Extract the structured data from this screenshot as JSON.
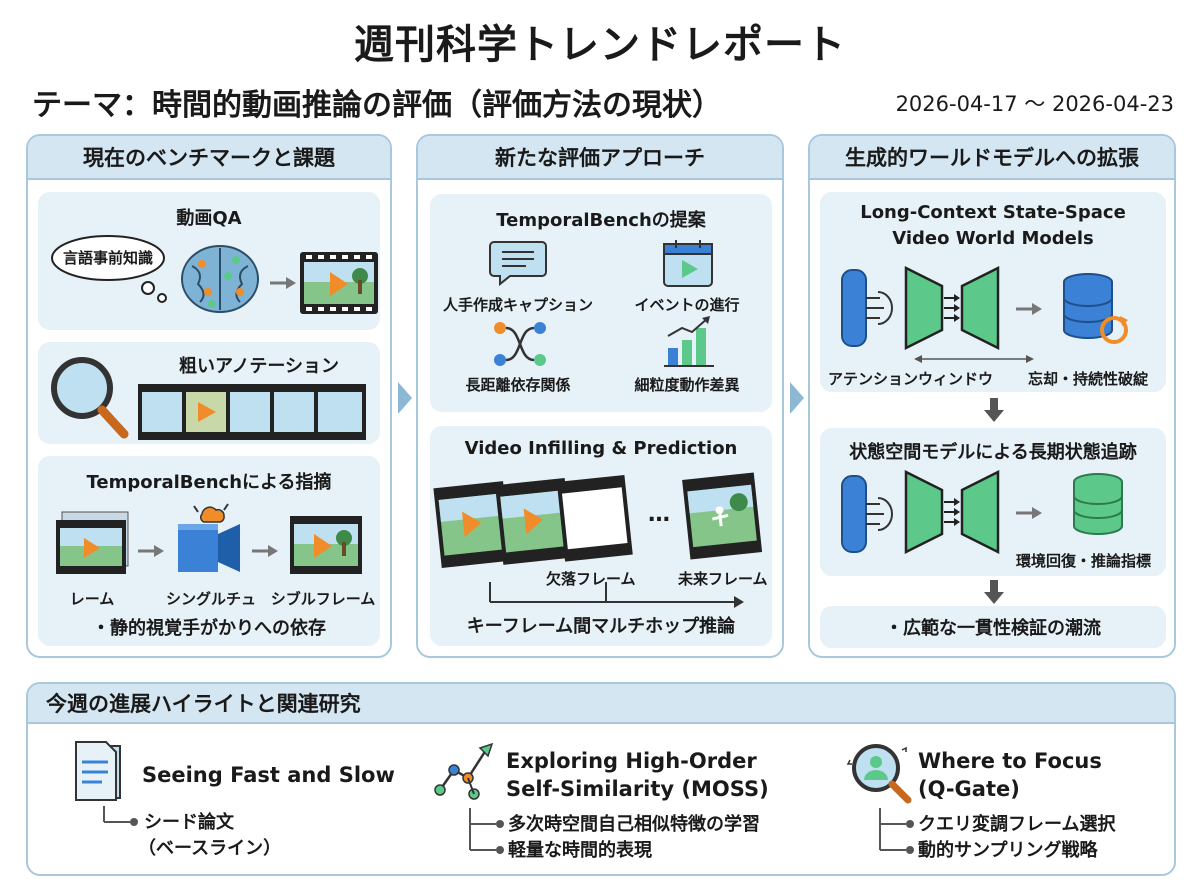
{
  "header": {
    "title": "週刊科学トレンドレポート",
    "theme": "テーマ：時間的動画推論の評価（評価方法の現状）",
    "date_range": "2026-04-17 〜 2026-04-23"
  },
  "col1": {
    "heading": "現在のベンチマークと課題",
    "card1": {
      "title": "動画QA",
      "bubble": "言語事前知識"
    },
    "card2": {
      "title": "粗いアノテーション"
    },
    "card3": {
      "title": "TemporalBenchによる指摘",
      "label_a": "レーム",
      "label_b": "シングルチュ",
      "label_c": "シブルフレーム",
      "bullet": "・静的視覚手がかりへの依存"
    }
  },
  "col2": {
    "heading": "新たな評価アプローチ",
    "card1": {
      "title": "TemporalBenchの提案",
      "items": [
        "人手作成キャプション",
        "イベントの進行",
        "長距離依存関係",
        "細粒度動作差異"
      ]
    },
    "card2": {
      "title": "Video Infilling & Prediction",
      "ellipsis": "…",
      "label_missing": "欠落フレーム",
      "label_future": "未来フレーム",
      "footer": "キーフレーム間マルチホップ推論"
    }
  },
  "col3": {
    "heading": "生成的ワールドモデルへの拡張",
    "card1": {
      "title_line1": "Long-Context State-Space",
      "title_line2": "Video World Models",
      "label_attention": "アテンションウィンドウ",
      "label_forget": "忘却・持続性破綻"
    },
    "card2": {
      "title": "状態空間モデルによる長期状態追跡",
      "label_env": "環境回復・推論指標"
    },
    "card3": {
      "text": "・広範な一貫性検証の潮流"
    }
  },
  "bottom": {
    "heading": "今週の進展ハイライトと関連研究",
    "papers": [
      {
        "title_line1": "Seeing Fast and Slow",
        "title_line2": "",
        "sub1": "シード論文",
        "sub2": "（ベースライン）"
      },
      {
        "title_line1": "Exploring High-Order",
        "title_line2": "Self-Similarity (MOSS)",
        "sub1": "多次時空間自己相似特徴の学習",
        "sub2": "軽量な時間的表現"
      },
      {
        "title_line1": "Where to Focus",
        "title_line2": "(Q-Gate)",
        "sub1": "クエリ変調フレーム選択",
        "sub2": "動的サンプリング戦略"
      }
    ]
  },
  "icons": {
    "brain": "brain-icon",
    "film": "film-strip-icon",
    "magnifier": "magnifier-icon",
    "camera": "camera-icon",
    "chat": "chat-bubble-icon",
    "calendar": "calendar-play-icon",
    "branch": "branch-icon",
    "barchart": "bar-chart-icon",
    "database": "database-icon",
    "document": "document-icon",
    "network": "network-icon",
    "search_person": "search-person-icon"
  },
  "colors": {
    "panel_header": "#d3e6f2",
    "card": "#e6f1f8",
    "border": "#a9c8dc",
    "green": "#5cc98a",
    "blue": "#3b82d6",
    "orange": "#f08c2a"
  }
}
